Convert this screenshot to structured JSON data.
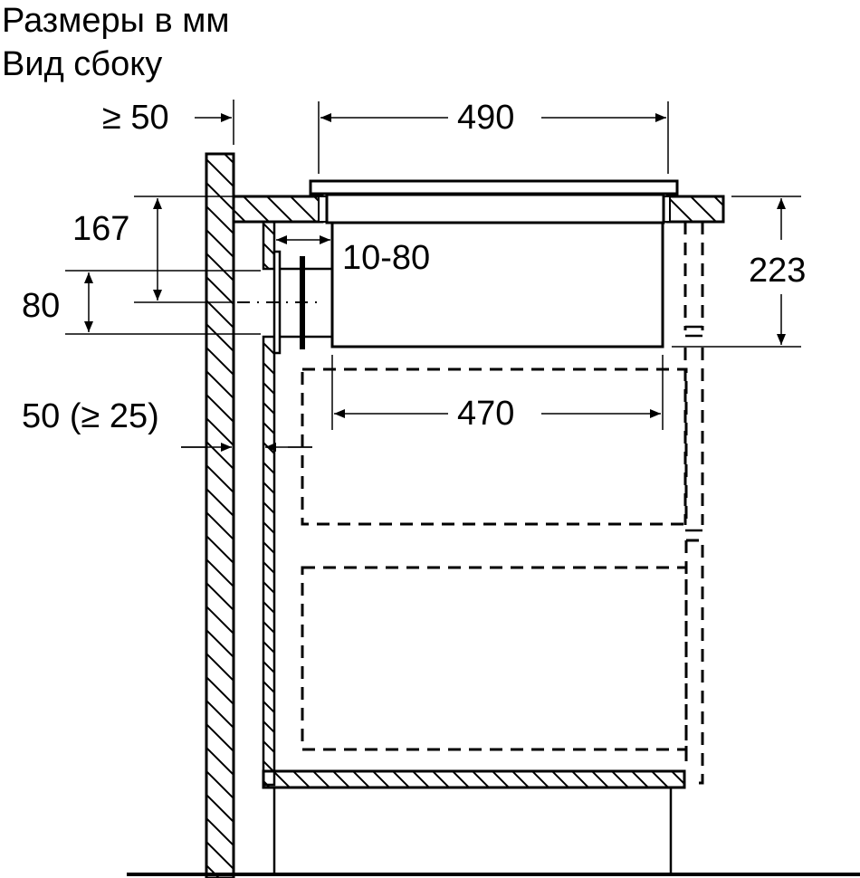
{
  "header": {
    "title_line1": "Размеры в мм",
    "title_line2": "Вид сбоку"
  },
  "dimensions": {
    "wall_clearance": "≥ 50",
    "appliance_width_top": "490",
    "vent_offset": "10-80",
    "height_to_vent": "167",
    "vent_height": "80",
    "total_depth": "223",
    "cutout_width": "470",
    "rear_gap": "50 (≥ 25)"
  },
  "colors": {
    "line": "#000000",
    "background": "#ffffff"
  }
}
